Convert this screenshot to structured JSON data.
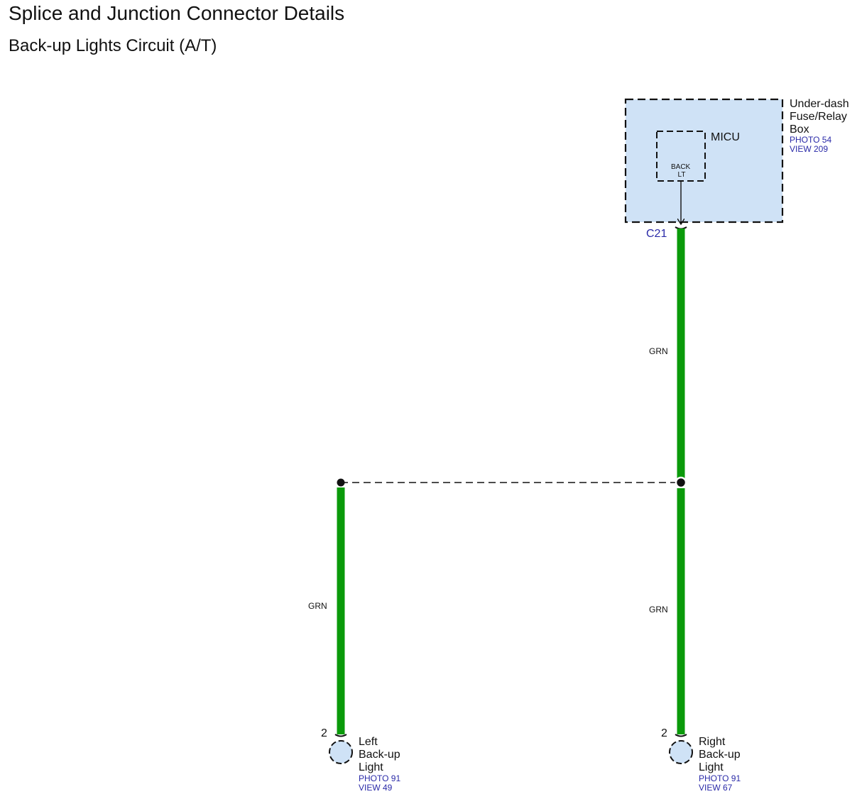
{
  "header": {
    "title": "Splice and Junction Connector Details",
    "subtitle": "Back-up Lights Circuit (A/T)"
  },
  "colors": {
    "wire_grn": "#0a9a0a",
    "box_fill": "#cfe2f6",
    "reference_text": "#2a2aa8",
    "line": "#111111"
  },
  "fuse_box": {
    "name_lines": [
      "Under-dash",
      "Fuse/Relay",
      "Box"
    ],
    "photo": "PHOTO 54",
    "view": "VIEW 209",
    "module": {
      "name": "MICU",
      "pin_lines": [
        "BACK",
        "LT"
      ]
    },
    "connector": "C21"
  },
  "wires": {
    "main": "GRN",
    "left_branch": "GRN",
    "right_branch": "GRN"
  },
  "left_light": {
    "pin": "2",
    "name_lines": [
      "Left",
      "Back-up",
      "Light"
    ],
    "photo": "PHOTO 91",
    "view": "VIEW 49"
  },
  "right_light": {
    "pin": "2",
    "name_lines": [
      "Right",
      "Back-up",
      "Light"
    ],
    "photo": "PHOTO 91",
    "view": "VIEW 67"
  }
}
